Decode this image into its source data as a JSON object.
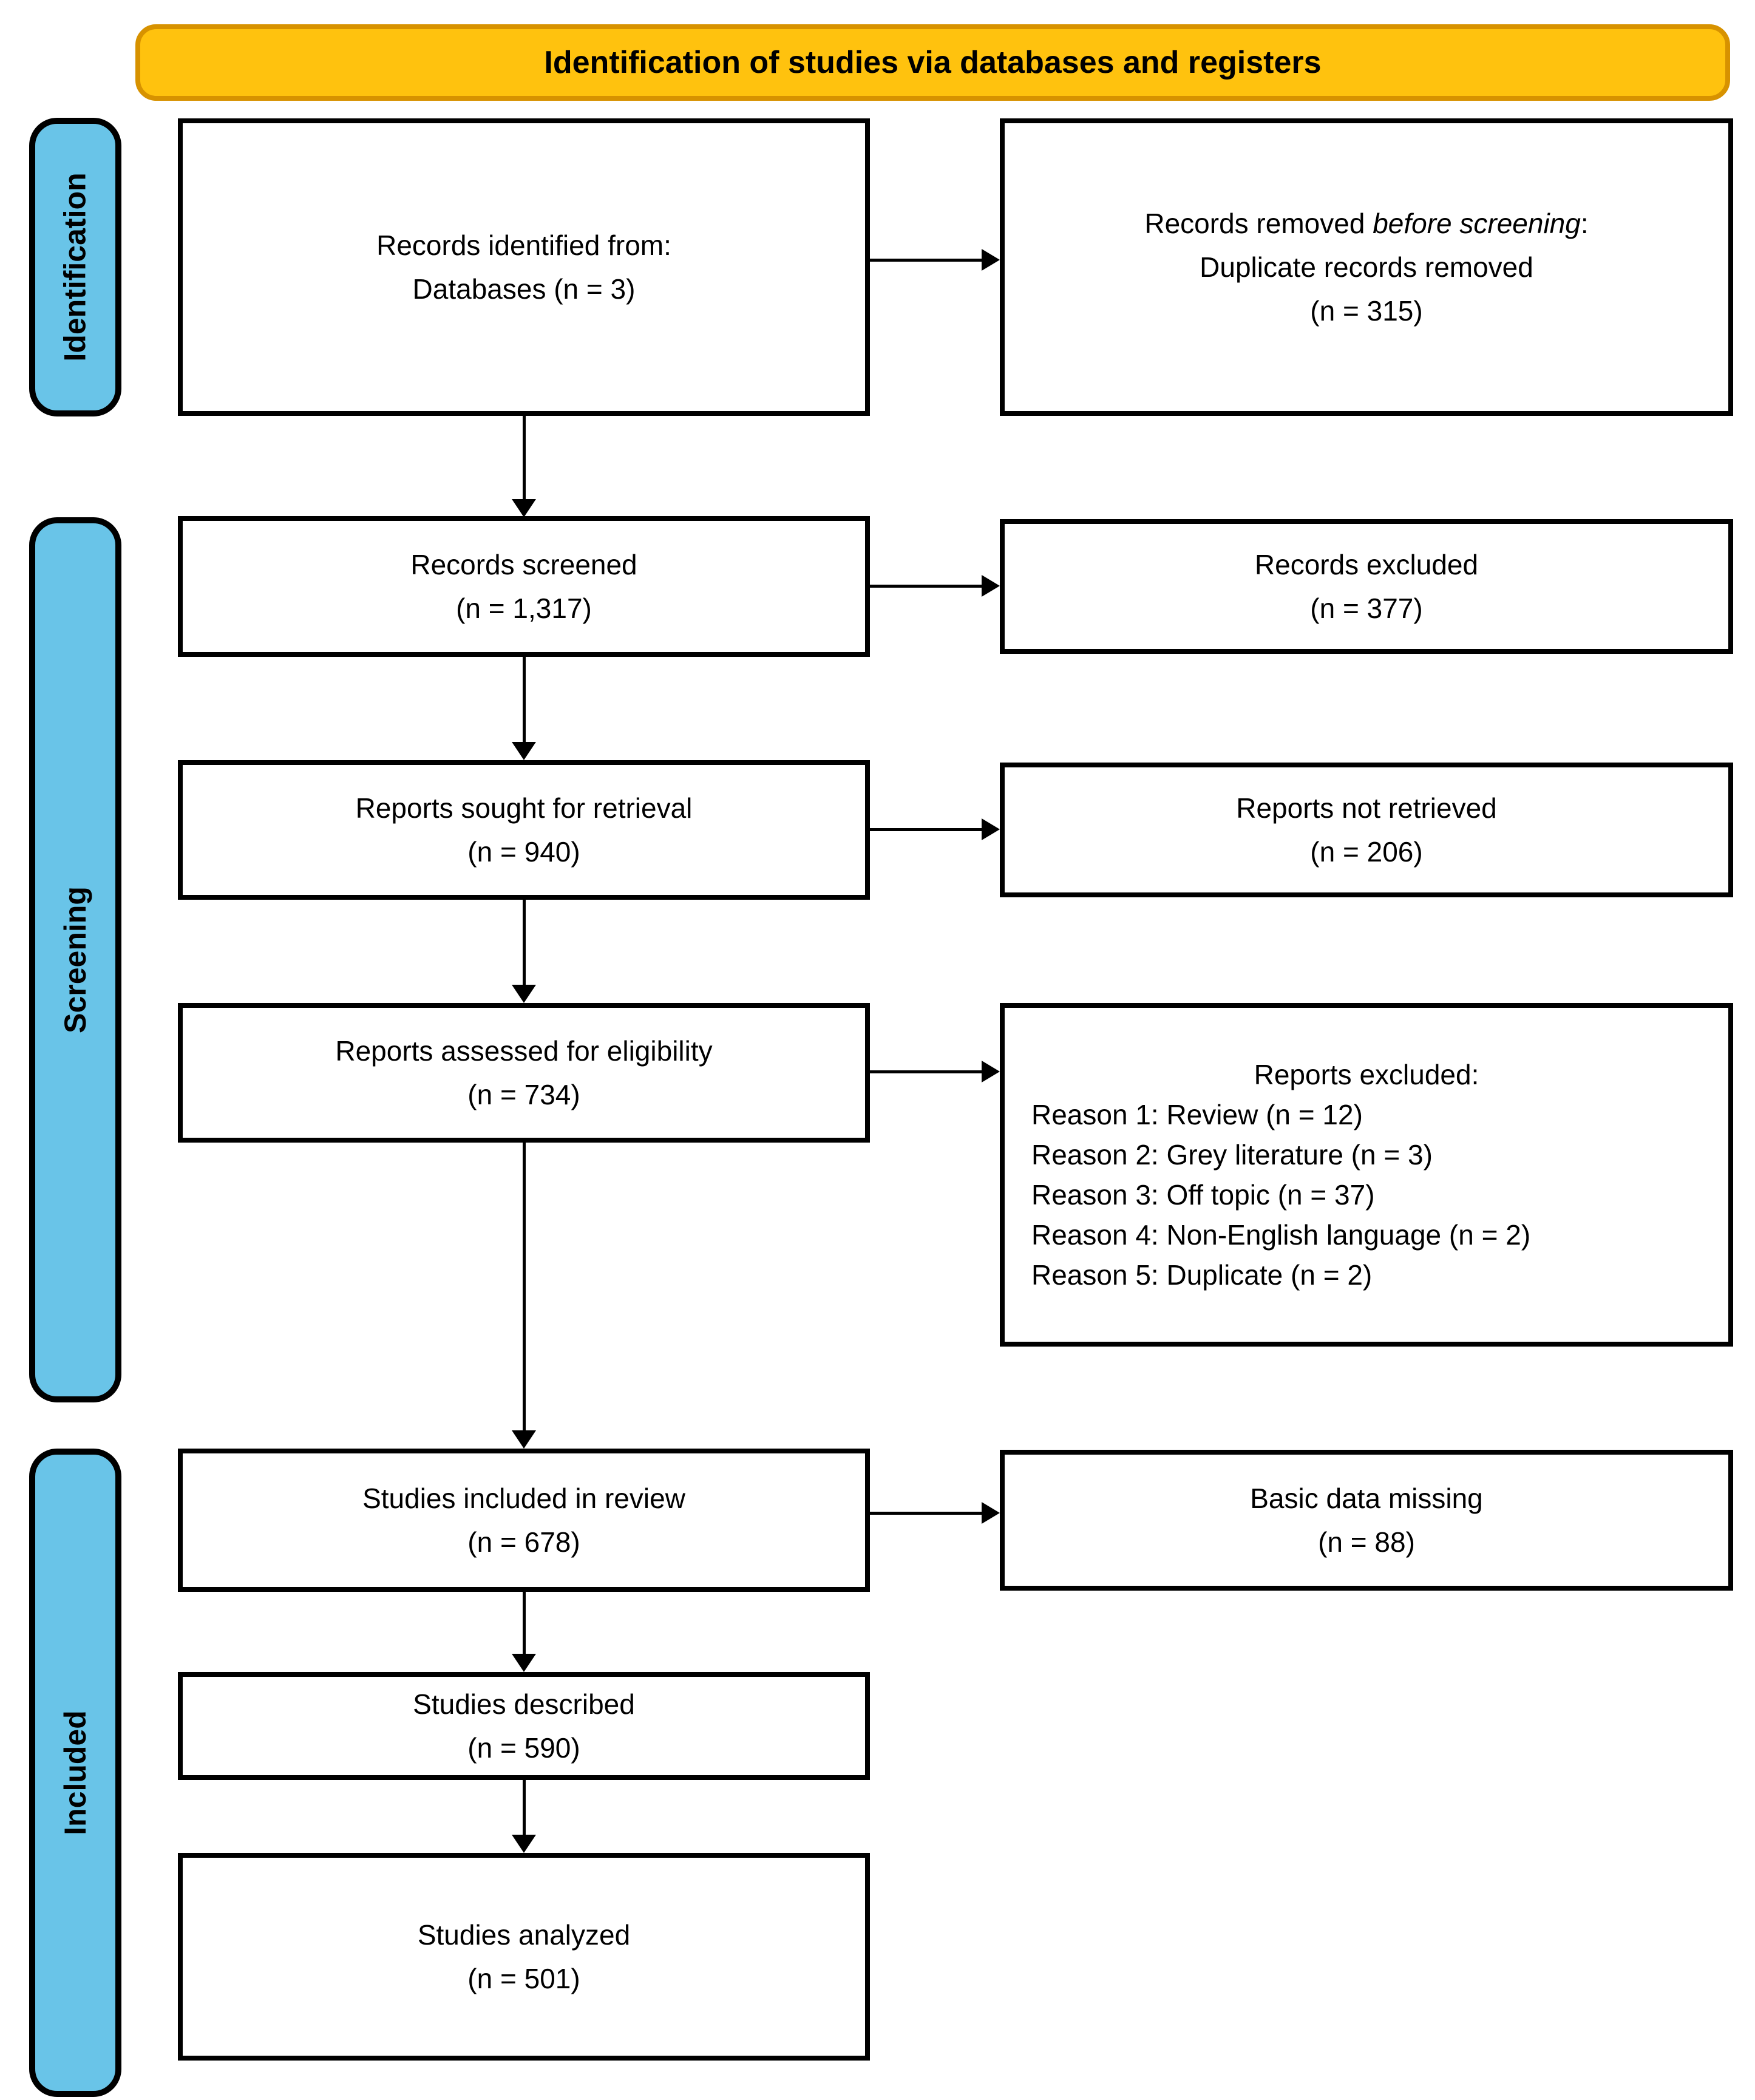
{
  "header": {
    "title": "Identification of studies via databases and registers"
  },
  "sidebar": {
    "identification": "Identification",
    "screening": "Screening",
    "included": "Included"
  },
  "boxes": {
    "records_identified": {
      "line1": "Records identified from:",
      "line2": "Databases (n = 3)"
    },
    "records_removed": {
      "prefix": "Records removed ",
      "italic": "before screening",
      "suffix": ":",
      "line2": "Duplicate records removed",
      "line3": "(n = 315)"
    },
    "records_screened": {
      "line1": "Records screened",
      "line2": "(n = 1,317)"
    },
    "records_excluded": {
      "line1": "Records excluded",
      "line2": "(n = 377)"
    },
    "reports_sought": {
      "line1": "Reports sought for retrieval",
      "line2": "(n = 940)"
    },
    "reports_not_retrieved": {
      "line1": "Reports not retrieved",
      "line2": "(n = 206)"
    },
    "reports_assessed": {
      "line1": "Reports assessed for eligibility",
      "line2": "(n = 734)"
    },
    "reports_excluded": {
      "title": "Reports excluded:",
      "reasons": [
        "Reason 1: Review (n = 12)",
        "Reason 2: Grey literature (n = 3)",
        "Reason 3: Off topic (n = 37)",
        "Reason 4: Non-English language (n = 2)",
        "Reason 5: Duplicate (n = 2)"
      ]
    },
    "studies_included": {
      "line1": "Studies included in review",
      "line2": "(n = 678)"
    },
    "basic_data_missing": {
      "line1": "Basic data missing",
      "line2": "(n = 88)"
    },
    "studies_described": {
      "line1": "Studies described",
      "line2": "(n = 590)"
    },
    "studies_analyzed": {
      "line1": "Studies analyzed",
      "line2": "(n = 501)"
    }
  },
  "colors": {
    "header_fill": "#FFC20E",
    "header_border": "#D79200",
    "stage_fill": "#69C4E8",
    "box_border": "#000000",
    "arrow": "#000000",
    "background": "#FFFFFF"
  }
}
